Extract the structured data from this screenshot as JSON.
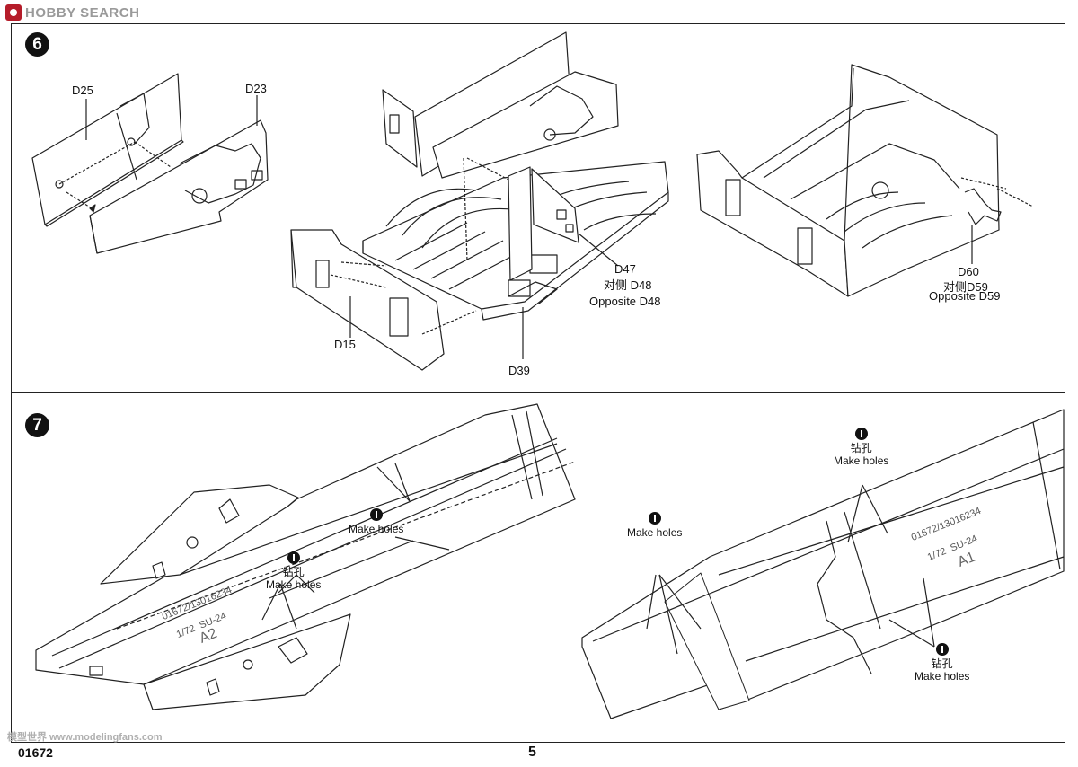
{
  "watermark": {
    "brand": "HOBBY SEARCH",
    "icon": "hobbysearch-logo-icon"
  },
  "step6": {
    "number": "6",
    "labels": {
      "d25": "D25",
      "d23": "D23",
      "d47_line1": "D47",
      "d47_line2": "对侧 D48",
      "d47_line3": "Opposite D48",
      "d15": "D15",
      "d39": "D39",
      "d60_line1": "D60",
      "d60_line2": "对侧D59",
      "d60_line3": "Opposite D59"
    }
  },
  "step7": {
    "number": "7",
    "notes": {
      "zh": "钻孔",
      "en": "Make holes",
      "icon": "drill-icon"
    },
    "part_a2": {
      "code": "01672/13016234",
      "scale": "1/72",
      "model": "SU-24",
      "part": "A2"
    },
    "part_a1": {
      "code": "01672/13016234",
      "scale": "1/72",
      "model": "SU-24",
      "part": "A1"
    }
  },
  "footer": {
    "product_code": "01672",
    "page_number": "5",
    "site_watermark": "模型世界 www.modelingfans.com"
  }
}
